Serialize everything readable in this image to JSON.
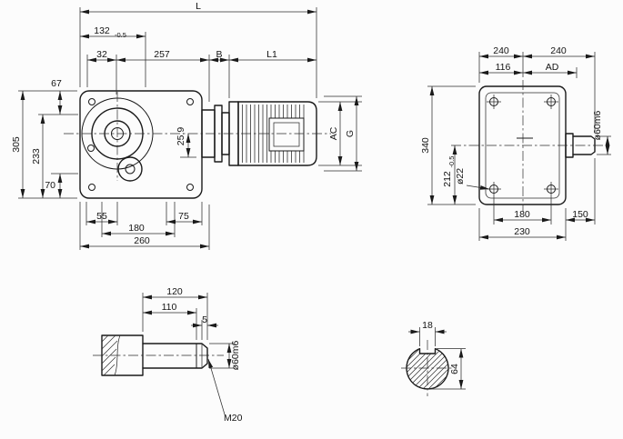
{
  "page": {
    "background": "#fcfcfc",
    "ink": "#1a1a1a"
  },
  "views": {
    "side_view": {
      "dims": {
        "L": "L",
        "d132": "132",
        "d132_tol": "-0.5",
        "d32": "32",
        "d257": "257",
        "B": "B",
        "L1": "L1",
        "d67": "67",
        "d305": "305",
        "d233": "233",
        "d70": "70",
        "d25_9": "25.9",
        "AC": "AC",
        "G": "G",
        "d55": "55",
        "d180": "180",
        "d75": "75",
        "d260": "260"
      }
    },
    "front_view": {
      "dims": {
        "d240_left": "240",
        "d240_right": "240",
        "d116": "116",
        "AD": "AD",
        "d340": "340",
        "d212": "212",
        "d212_tol": "-0.5",
        "d22": "ø22",
        "d60m6": "ø60m6",
        "d180": "180",
        "d150": "150",
        "d230": "230"
      }
    },
    "shaft_detail": {
      "dims": {
        "d120": "120",
        "d110": "110",
        "d5": "5",
        "d60m6": "ø60m6",
        "thread": "M20"
      }
    },
    "shaft_section": {
      "dims": {
        "d18": "18",
        "d64": "64"
      }
    }
  }
}
